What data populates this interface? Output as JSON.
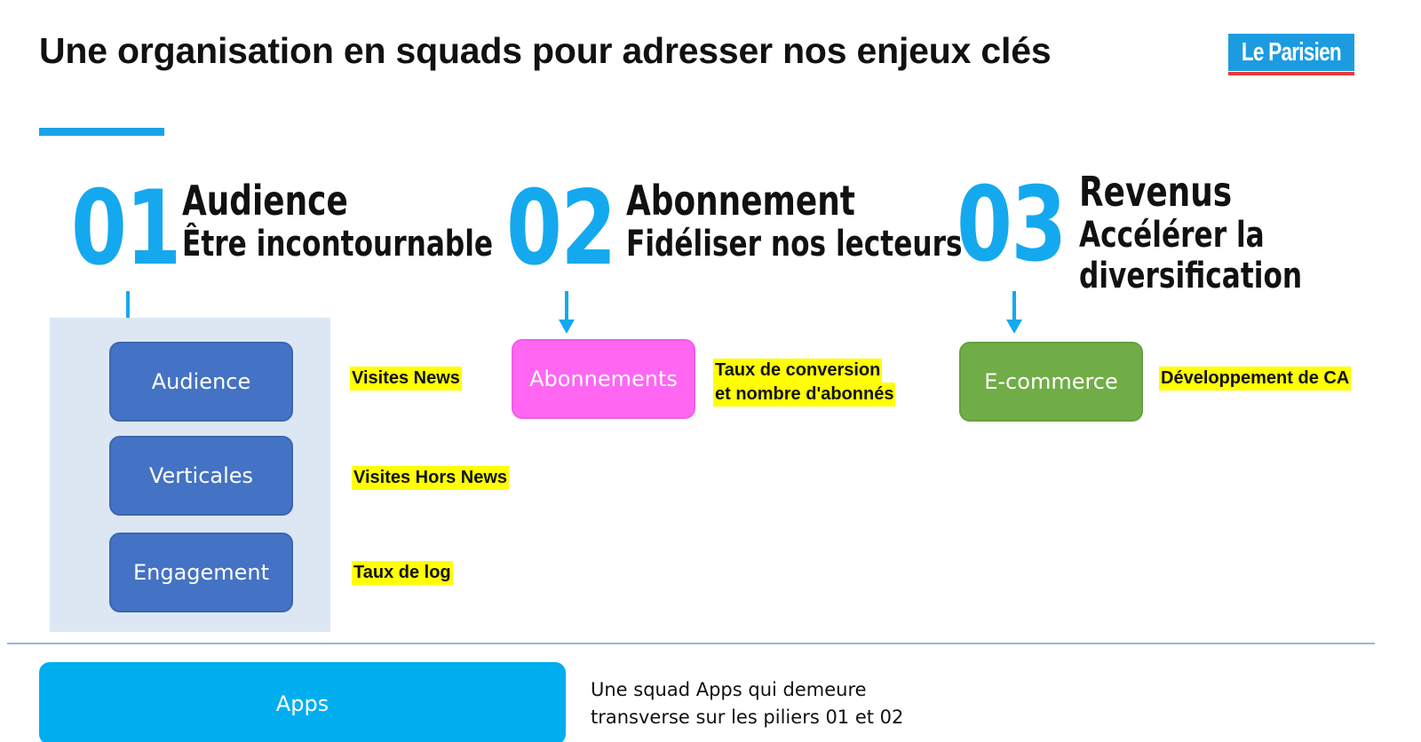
{
  "slide": {
    "title": "Une organisation en squads pour adresser nos enjeux clés",
    "logo_text": "Le Parisien"
  },
  "pillars": [
    {
      "number": "01",
      "title": "Audience",
      "subtitle_lines": [
        "Être incontournable"
      ],
      "squads": [
        {
          "label": "Audience",
          "kpi": "Visites News"
        },
        {
          "label": "Verticales",
          "kpi": "Visites Hors News"
        },
        {
          "label": "Engagement",
          "kpi": "Taux de log"
        }
      ]
    },
    {
      "number": "02",
      "title": "Abonnement",
      "subtitle_lines": [
        "Fidéliser nos lecteurs"
      ],
      "squads": [
        {
          "label": "Abonnements",
          "kpi_lines": [
            "Taux de conversion",
            "et nombre d'abonnés"
          ]
        }
      ]
    },
    {
      "number": "03",
      "title": "Revenus",
      "subtitle_lines": [
        "Accélérer la",
        "diversification"
      ],
      "squads": [
        {
          "label": "E-commerce",
          "kpi": "Développement de CA"
        }
      ]
    }
  ],
  "apps": {
    "label": "Apps",
    "description_lines": [
      "Une squad Apps qui demeure",
      "transverse sur les piliers 01 et 02"
    ]
  },
  "colors": {
    "accent_blue": "#14a9ee",
    "squad_blue": "#4472c4",
    "squad_pink": "#ff66f2",
    "squad_green": "#70ad47",
    "apps_blue": "#00aeef",
    "kpi_highlight": "#ffff00",
    "panel_bg": "#dde7f4"
  }
}
